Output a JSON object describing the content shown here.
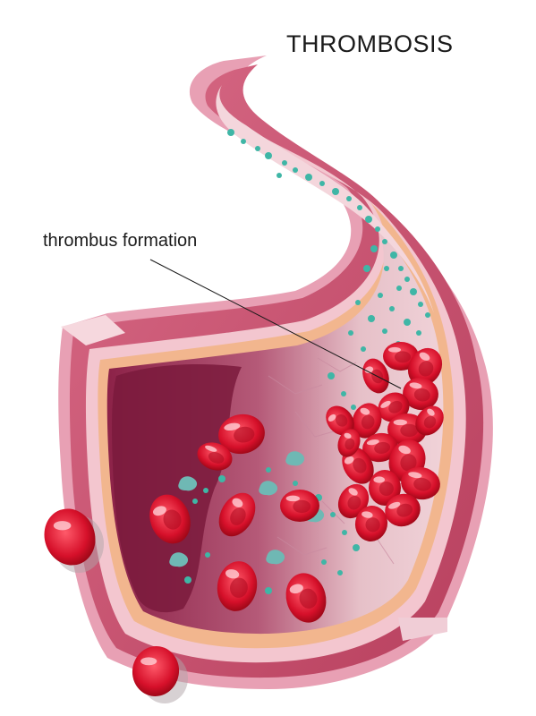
{
  "title": "THROMBOSIS",
  "labels": {
    "thrombus": "thrombus formation"
  },
  "colors": {
    "vessel_outer": "#e8a0b4",
    "vessel_wall": "#c0506e",
    "vessel_inner": "#f3c6cf",
    "lumen": "#8c2248",
    "lumen_light": "#e9c4cc",
    "plaque": "#f2b68e",
    "red_cell": "#d8102a",
    "platelet": "#3fb6a6"
  },
  "icons": [
    "red-blood-cell",
    "platelet",
    "blood-vessel"
  ]
}
